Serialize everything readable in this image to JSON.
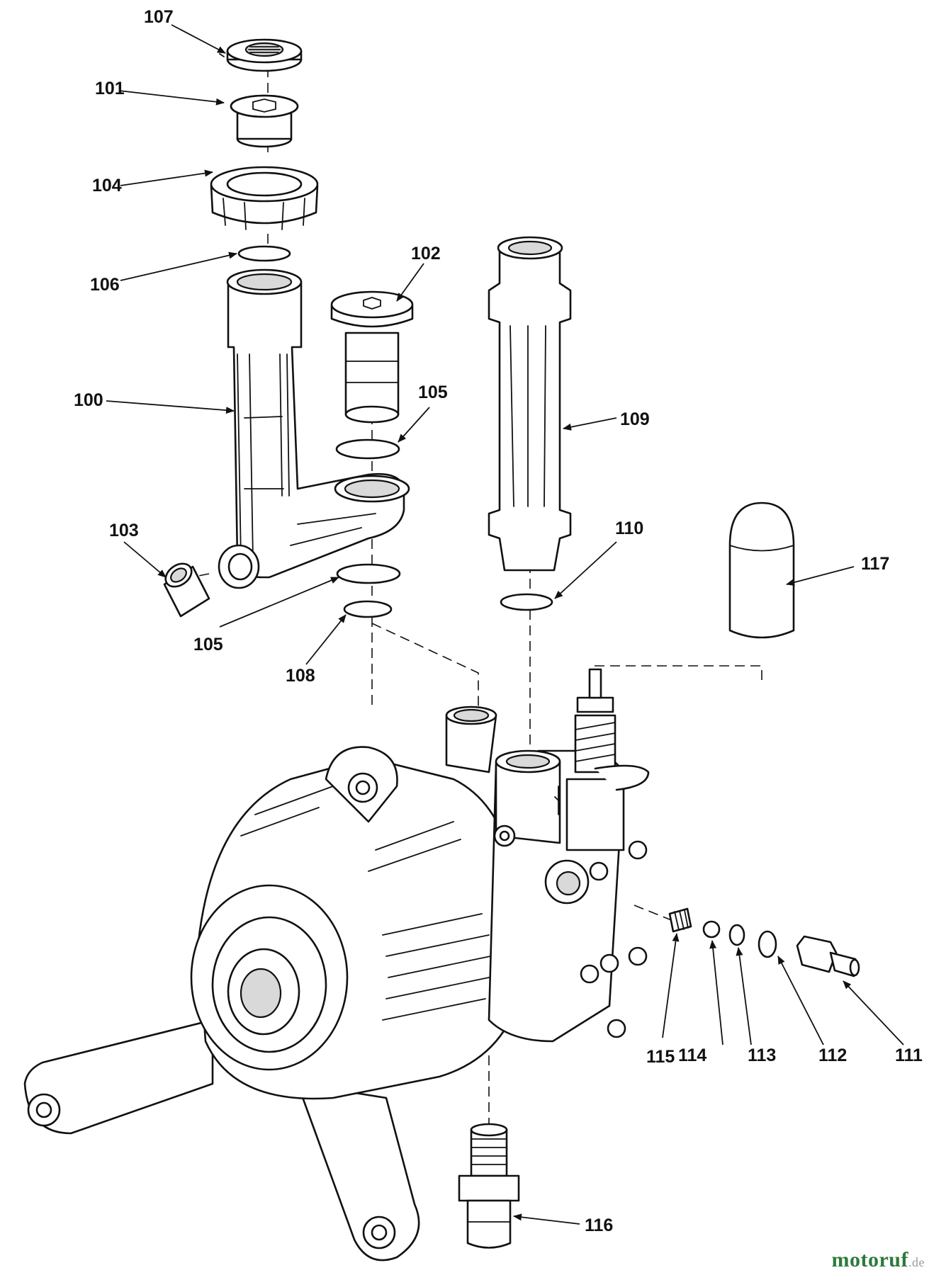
{
  "diagram": {
    "callouts": [
      "107",
      "101",
      "104",
      "106",
      "102",
      "100",
      "105",
      "109",
      "103",
      "110",
      "117",
      "105",
      "108",
      "115",
      "114",
      "113",
      "112",
      "111",
      "116"
    ]
  },
  "watermark": {
    "brand": "motoruf",
    "tld": ".de",
    "color": "#2d7a3c"
  }
}
